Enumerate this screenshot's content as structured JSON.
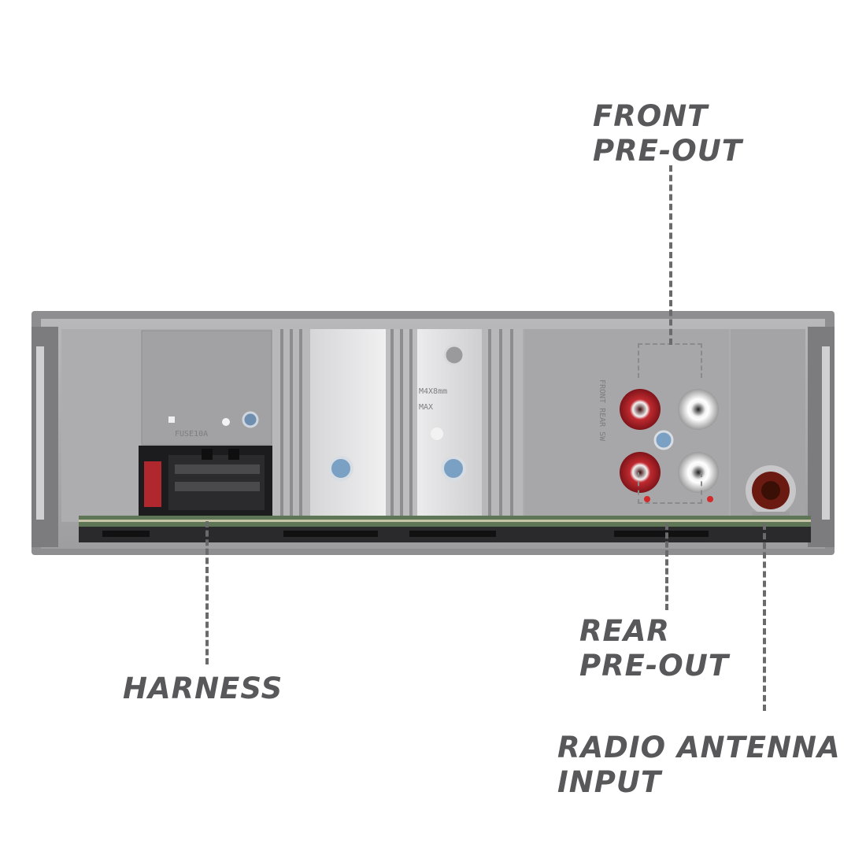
{
  "callouts": {
    "front_preout": [
      "FRONT",
      "PRE-OUT"
    ],
    "rear_preout": [
      "REAR",
      "PRE-OUT"
    ],
    "harness": "HARNESS",
    "antenna": [
      "RADIO ANTENNA",
      "INPUT"
    ]
  },
  "unit_markings": {
    "fuse": "FUSE10A",
    "screw": "M4X8mm",
    "screw_max": "MAX",
    "rca_group": "FRONT  REAR  SW"
  },
  "colors": {
    "label_text": "#58585a",
    "chassis": "#a9a9ab",
    "red_rca": "#b8232b",
    "white_rca": "#f2f2f2"
  }
}
